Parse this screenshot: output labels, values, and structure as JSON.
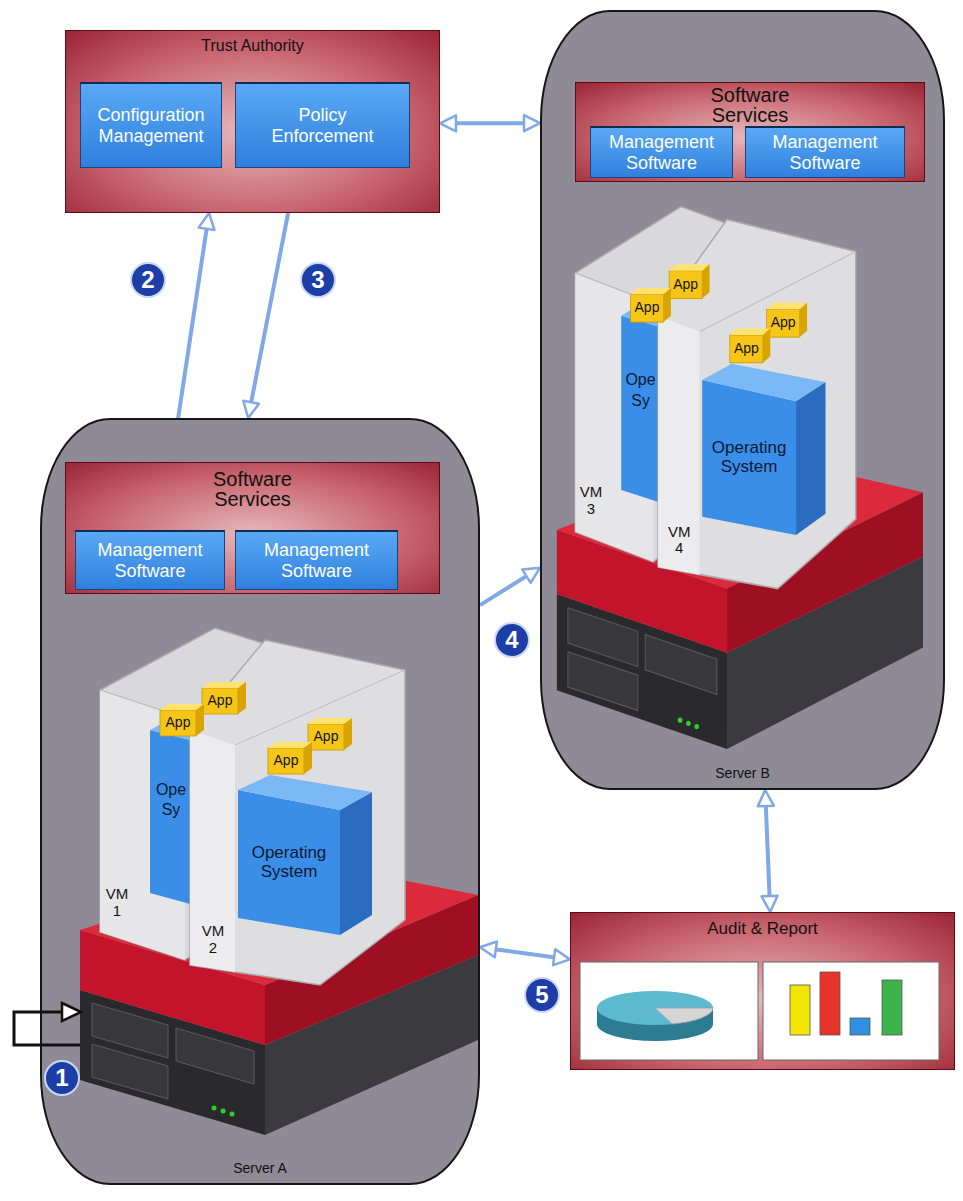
{
  "diagram": {
    "nodes": [
      {
        "text": [
          "Trust Authority"
        ]
      },
      {
        "text": [
          "Configuration Management"
        ],
        "in": 0
      },
      {
        "text": [
          "Policy Enforcement"
        ],
        "in": 0
      },
      {
        "text": [
          "Server B"
        ]
      },
      {
        "text": [
          "Software Services"
        ],
        "in": 3
      },
      {
        "text": [
          "Management Software"
        ],
        "in": 4
      },
      {
        "text": [
          "Management Software"
        ],
        "in": 4
      },
      {
        "text": [
          "Server A"
        ]
      },
      {
        "text": [
          "Software Services"
        ],
        "in": 7
      },
      {
        "text": [
          "Management Software"
        ],
        "in": 8
      },
      {
        "text": [
          "Management Software"
        ],
        "in": 8
      },
      {
        "text": [
          "Audit & Report"
        ]
      }
    ],
    "edges": [
      {
        "from": 7,
        "to": 0,
        "arrow": "to"
      },
      {
        "from": 0,
        "to": 7,
        "arrow": "to"
      },
      {
        "from": 0,
        "to": 3,
        "arrow": "both"
      },
      {
        "from": 7,
        "to": 3,
        "arrow": "to"
      },
      {
        "from": 7,
        "to": 11,
        "arrow": "both"
      },
      {
        "from": 3,
        "to": 11,
        "arrow": "both"
      }
    ],
    "labels": [
      "2",
      "3",
      "App",
      "App",
      "Ope",
      "Sy",
      "App",
      "App",
      "VM 3",
      "Operating System",
      "VM 4",
      "4",
      "App",
      "App",
      "Ope",
      "Sy",
      "App",
      "App",
      "VM 1",
      "Operating System",
      "VM 2",
      "5",
      "1"
    ]
  }
}
